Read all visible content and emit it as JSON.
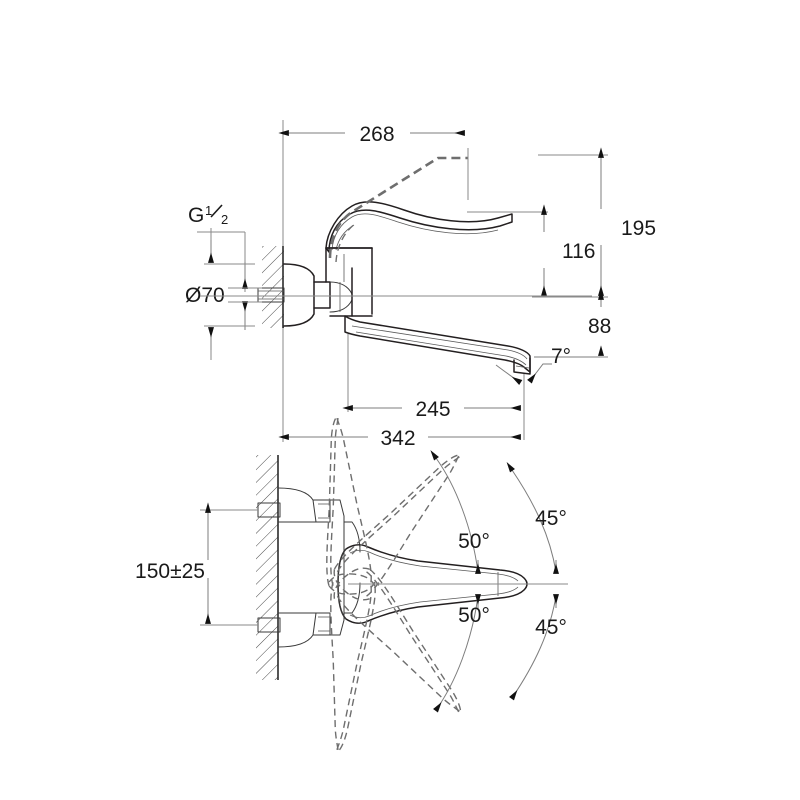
{
  "drawing": {
    "title": "Wall-mounted single-lever mixer tap — dimensioned technical drawing",
    "units": "mm",
    "line_color": "#231f20",
    "dim_color": "#7d7d7d",
    "phantom_color": "#6e6e6e",
    "background": "#ffffff",
    "views": [
      {
        "name": "side-elevation",
        "label": ""
      },
      {
        "name": "plan-view",
        "label": ""
      }
    ]
  },
  "dimensions": {
    "side_view": {
      "reach_lever_up": "268",
      "height_total": "195",
      "height_lever": "116",
      "height_spout_drop": "88",
      "spout_reach_inner": "245",
      "spout_reach_total": "342",
      "outlet_angle": "7°",
      "thread": "G",
      "thread_num": "1",
      "thread_den": "2",
      "flange_diameter": "Ø70"
    },
    "plan_view": {
      "inlet_spacing": "150±25",
      "spout_swivel_inner_upper": "50°",
      "spout_swivel_inner_lower": "50°",
      "spout_swivel_outer_upper": "45°",
      "spout_swivel_outer_lower": "45°"
    }
  },
  "labels": {
    "d268": "268",
    "d195": "195",
    "d116": "116",
    "d88": "88",
    "d245": "245",
    "d342": "342",
    "d7deg": "7°",
    "dG": "G",
    "dGnum": "1",
    "dGden": "2",
    "d70": "Ø70",
    "d150": "150±25",
    "a50a": "50°",
    "a50b": "50°",
    "a45a": "45°",
    "a45b": "45°"
  }
}
